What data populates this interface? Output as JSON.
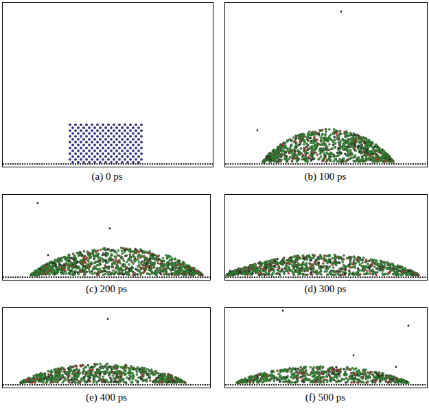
{
  "diagram": {
    "labels": [
      "(a) 0 ps",
      "(b) 100 ps",
      "(c) 200 ps",
      "(d) 300 ps",
      "(e) 400 ps",
      "(f) 500 ps"
    ]
  }
}
